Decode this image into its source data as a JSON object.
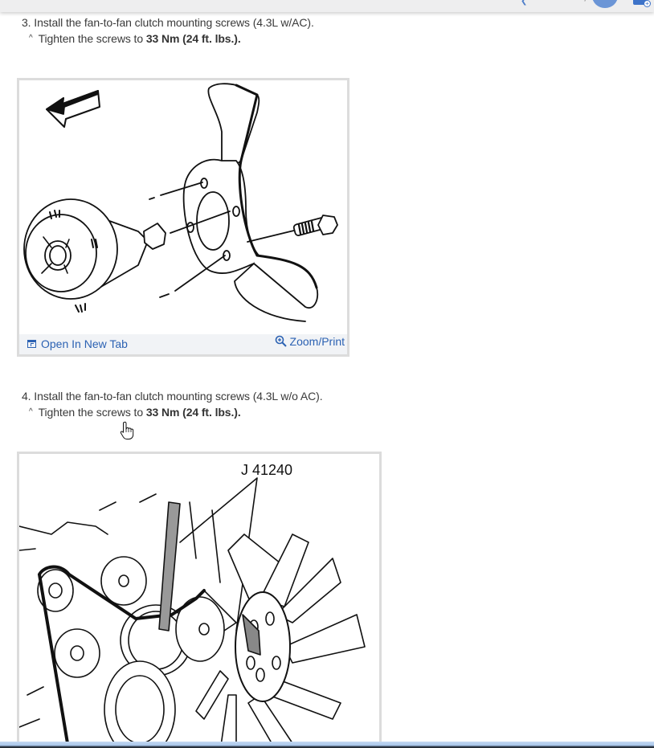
{
  "topbar": {
    "icons": [
      "chevron-icon",
      "avatar",
      "add-calendar-icon"
    ]
  },
  "steps": [
    {
      "number": "3.",
      "text": "Install the fan-to-fan clutch mounting screws (4.3L w/AC).",
      "sub_caret": "^",
      "sub_prefix": "Tighten the screws to ",
      "sub_bold": "33 Nm (24 ft. lbs.).",
      "figure": {
        "open_label": "Open In New Tab",
        "zoom_label": "Zoom/Print",
        "description": "Fan clutch, fan blade and mounting screw exploded view with forward arrow"
      }
    },
    {
      "number": "4.",
      "text": "Install the fan-to-fan clutch mounting screws (4.3L w/o AC).",
      "sub_caret": "^",
      "sub_prefix": "Tighten the screws to ",
      "sub_bold": "33 Nm (24 ft. lbs.).",
      "figure": {
        "callout": "J 41240",
        "description": "Engine front drive belt, pulleys and fan with J 41240 tool"
      }
    }
  ],
  "colors": {
    "link": "#2c62b3",
    "figure_border": "#dcdcdc",
    "footer_bg": "#f1f3f6",
    "avatar": "#6b95d6"
  }
}
